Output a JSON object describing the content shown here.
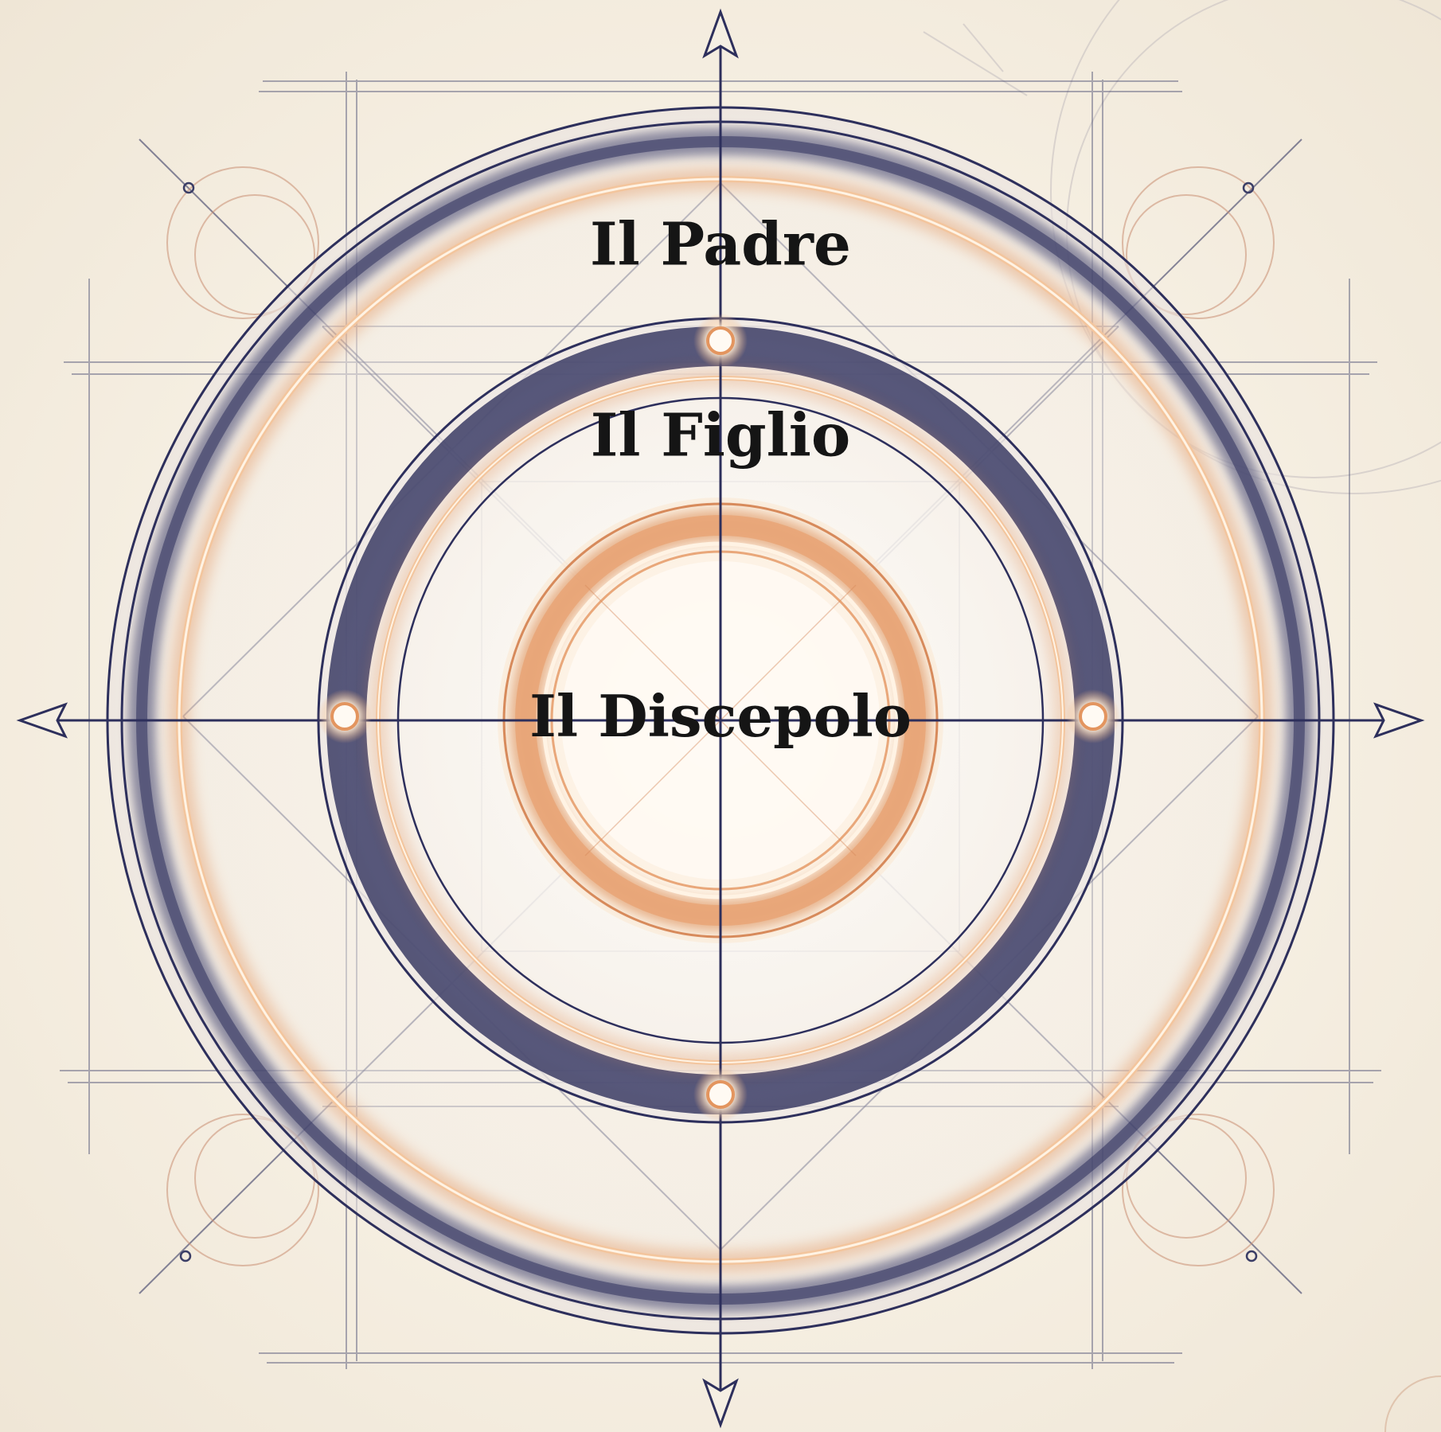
{
  "diagram": {
    "rings": {
      "outer": {
        "label": "Il Padre"
      },
      "middle": {
        "label": "Il Figlio"
      },
      "inner": {
        "label": "Il Discepolo"
      }
    }
  },
  "colors": {
    "paper": "#f5efe3",
    "ink_navy": "#2d2f5c",
    "glow_copper": "#e3955f",
    "glow_light": "#fff3e4",
    "label_text": "#151515"
  }
}
